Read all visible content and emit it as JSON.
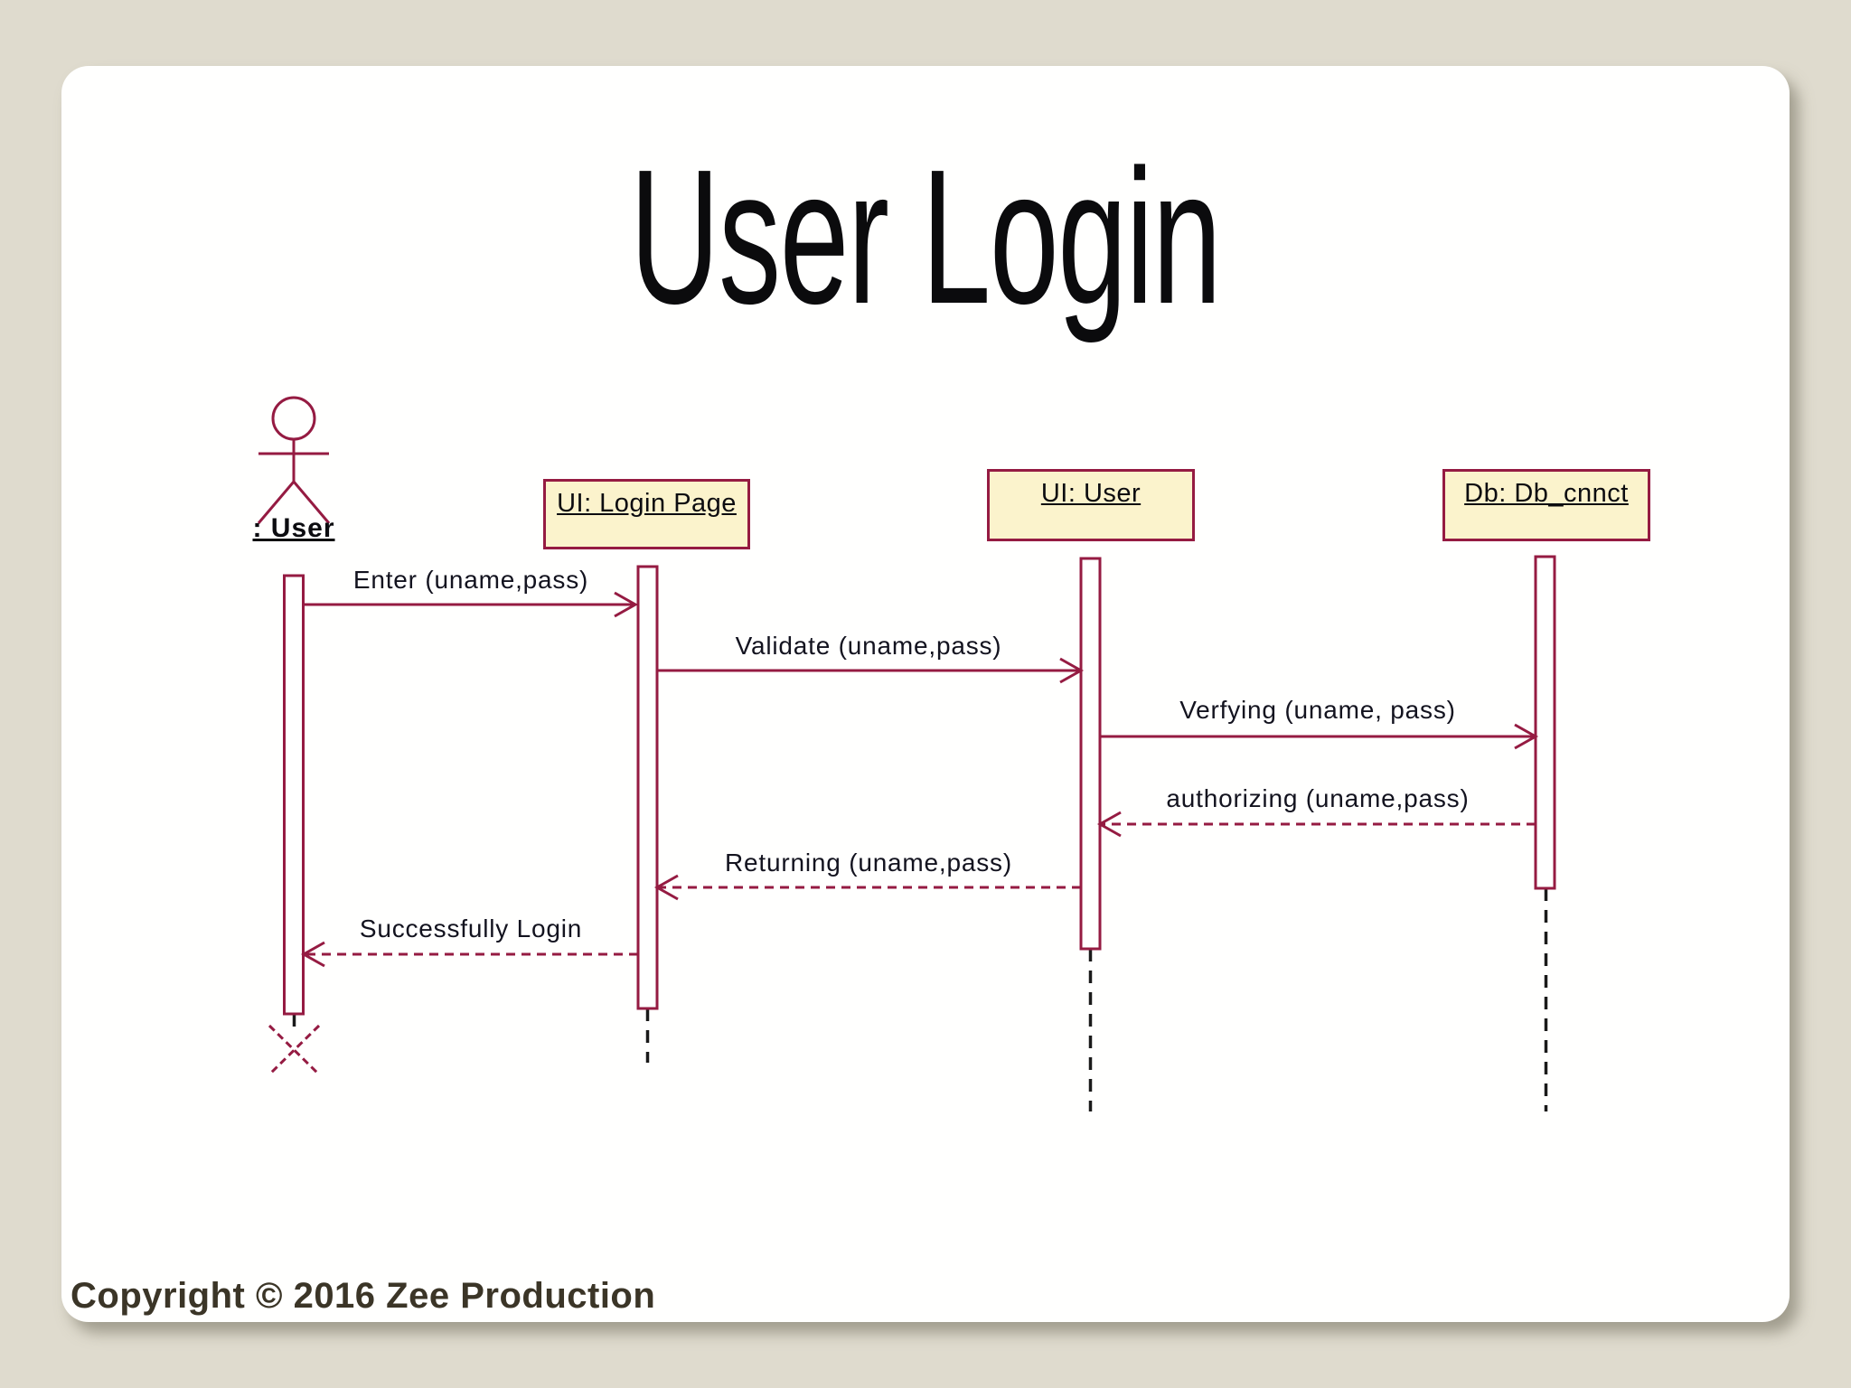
{
  "page": {
    "background_color": "#dfdbce",
    "card_color": "#fffffe"
  },
  "diagram": {
    "title": "User Login",
    "type": "uml-sequence",
    "actor": {
      "name": ": User"
    },
    "participants": [
      {
        "id": "login-page",
        "label": "UI: Login Page"
      },
      {
        "id": "ui-user",
        "label": "UI: User"
      },
      {
        "id": "db-cnnct",
        "label": "Db: Db_cnnct"
      }
    ],
    "messages": [
      {
        "label": "Enter (uname,pass)",
        "from": ": User",
        "to": "UI: Login Page",
        "style": "solid"
      },
      {
        "label": "Validate (uname,pass)",
        "from": "UI: Login Page",
        "to": "UI: User",
        "style": "solid"
      },
      {
        "label": "Verfying (uname, pass)",
        "from": "UI: User",
        "to": "Db: Db_cnnct",
        "style": "solid"
      },
      {
        "label": "authorizing (uname,pass)",
        "from": "Db: Db_cnnct",
        "to": "UI: User",
        "style": "dashed"
      },
      {
        "label": "Returning (uname,pass)",
        "from": "UI: User",
        "to": "UI: Login Page",
        "style": "dashed"
      },
      {
        "label": "Successfully Login",
        "from": "UI: Login Page",
        "to": ": User",
        "style": "dashed"
      }
    ],
    "colors": {
      "line": "#951b42",
      "participant_fill": "#fbf3cc",
      "lifeline_dash": "#1a1a1a",
      "text": "#13131f"
    }
  },
  "footer": {
    "copyright": "Copyright © 2016 Zee Production"
  }
}
